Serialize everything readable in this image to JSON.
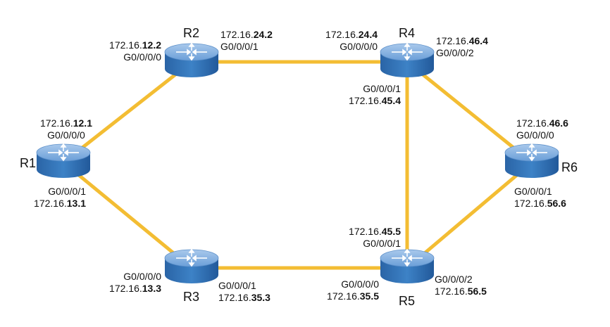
{
  "diagram": {
    "link_color": "#f3bd33",
    "router_color": "#2f6fb0",
    "routers": [
      {
        "id": "R1",
        "name": "R1"
      },
      {
        "id": "R2",
        "name": "R2"
      },
      {
        "id": "R3",
        "name": "R3"
      },
      {
        "id": "R4",
        "name": "R4"
      },
      {
        "id": "R5",
        "name": "R5"
      },
      {
        "id": "R6",
        "name": "R6"
      }
    ],
    "links": [
      {
        "a": "R1",
        "b": "R2"
      },
      {
        "a": "R1",
        "b": "R3"
      },
      {
        "a": "R2",
        "b": "R4"
      },
      {
        "a": "R3",
        "b": "R5"
      },
      {
        "a": "R4",
        "b": "R5"
      },
      {
        "a": "R4",
        "b": "R6"
      },
      {
        "a": "R5",
        "b": "R6"
      }
    ],
    "interfaces": {
      "r1_g0": {
        "prefix": "172.16.",
        "host": "12.1",
        "port": "G0/0/0/0"
      },
      "r1_g1": {
        "prefix": "172.16.",
        "host": "13.1",
        "port": "G0/0/0/1"
      },
      "r2_g0": {
        "prefix": "172.16.",
        "host": "12.2",
        "port": "G0/0/0/0"
      },
      "r2_g1": {
        "prefix": "172.16.",
        "host": "24.2",
        "port": "G0/0/0/1"
      },
      "r3_g0": {
        "prefix": "172.16.",
        "host": "13.3",
        "port": "G0/0/0/0"
      },
      "r3_g1": {
        "prefix": "172.16.",
        "host": "35.3",
        "port": "G0/0/0/1"
      },
      "r4_g0": {
        "prefix": "172.16.",
        "host": "24.4",
        "port": "G0/0/0/0"
      },
      "r4_g1": {
        "prefix": "172.16.",
        "host": "45.4",
        "port": "G0/0/0/1"
      },
      "r4_g2": {
        "prefix": "172.16.",
        "host": "46.4",
        "port": "G0/0/0/2"
      },
      "r5_g0": {
        "prefix": "172.16.",
        "host": "35.5",
        "port": "G0/0/0/0"
      },
      "r5_g1": {
        "prefix": "172.16.",
        "host": "45.5",
        "port": "G0/0/0/1"
      },
      "r5_g2": {
        "prefix": "172.16.",
        "host": "56.5",
        "port": "G0/0/0/2"
      },
      "r6_g0": {
        "prefix": "172.16.",
        "host": "46.6",
        "port": "G0/0/0/0"
      },
      "r6_g1": {
        "prefix": "172.16.",
        "host": "56.6",
        "port": "G0/0/0/1"
      }
    }
  }
}
